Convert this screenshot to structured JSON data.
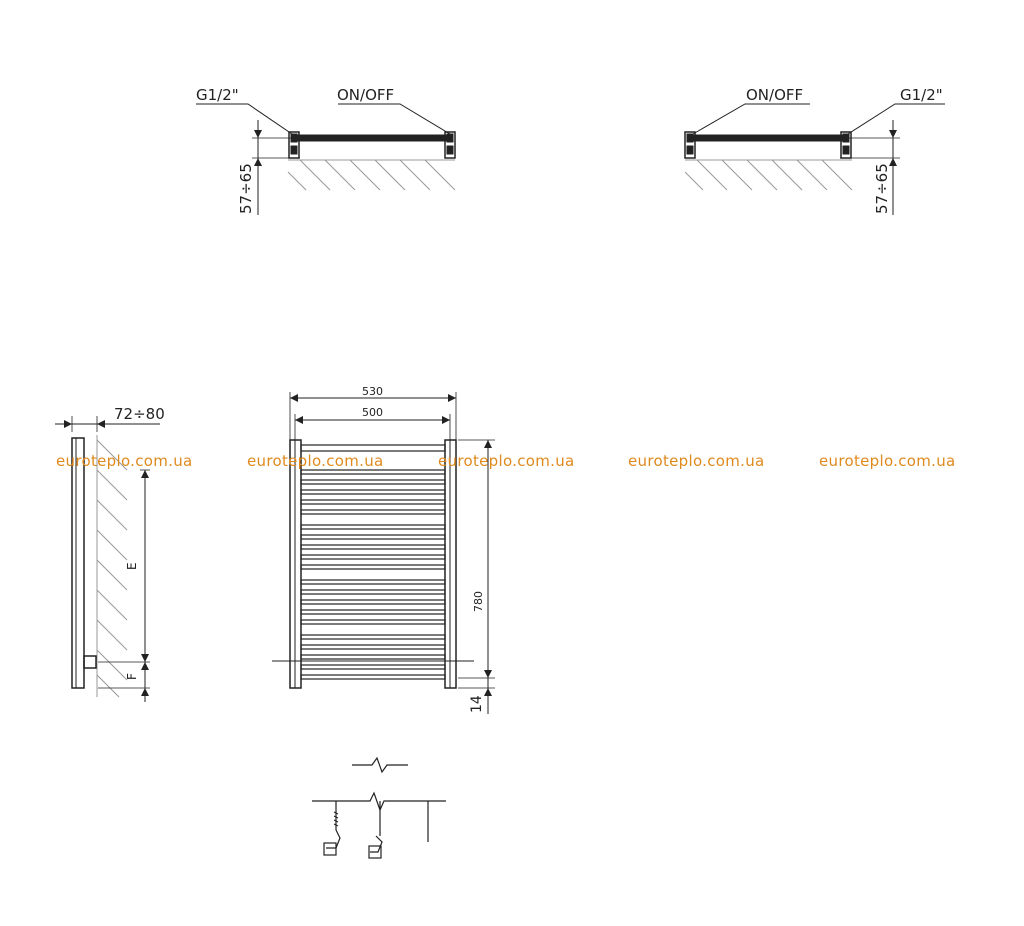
{
  "top_left_view": {
    "connection_label": "G1/2\"",
    "switch_label": "ON/OFF",
    "depth_label": "57÷65"
  },
  "top_right_view": {
    "connection_label": "G1/2\"",
    "switch_label": "ON/OFF",
    "depth_label": "57÷65"
  },
  "side_view": {
    "wall_offset_label": "72÷80",
    "e_label": "E",
    "f_label": "F"
  },
  "front_view": {
    "overall_width_label": "530",
    "axis_width_label": "500",
    "height_label": "780",
    "bottom_label": "14"
  },
  "watermarks": [
    "euroteplo.com.ua",
    "euroteplo.com.ua",
    "euroteplo.com.ua",
    "euroteplo.com.ua",
    "euroteplo.com.ua"
  ]
}
